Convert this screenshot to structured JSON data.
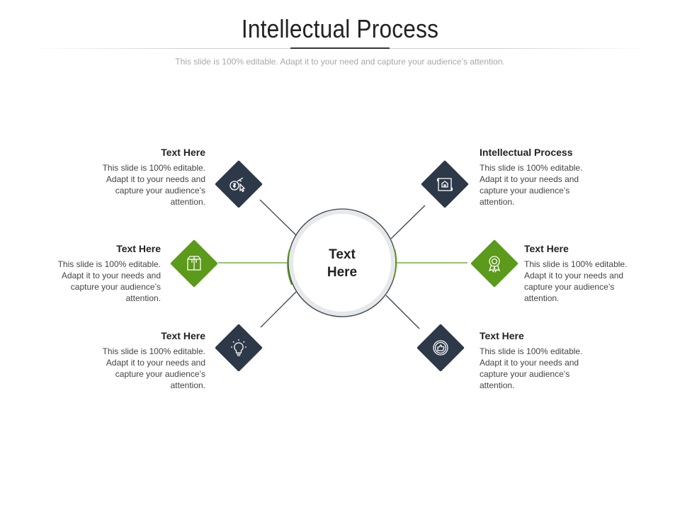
{
  "header": {
    "title": "Intellectual Process",
    "subtitle": "This slide is 100% editable. Adapt it to your need and capture your audience’s attention."
  },
  "center": {
    "label": "Text Here"
  },
  "items": [
    {
      "heading": "Text Here",
      "body": "This slide is 100% editable. Adapt it to your needs and capture your audience’s attention.",
      "icon": "money-cursor-icon"
    },
    {
      "heading": "Text Here",
      "body": "This slide is 100% editable. Adapt it to your needs and capture your audience’s attention.",
      "icon": "box-icon"
    },
    {
      "heading": "Text Here",
      "body": "This slide is 100% editable. Adapt it to your needs and capture your audience’s attention.",
      "icon": "lightbulb-icon"
    },
    {
      "heading": "Intellectual Process",
      "body": "This slide is 100% editable. Adapt it to your needs and capture your audience’s attention.",
      "icon": "blueprint-house-icon"
    },
    {
      "heading": "Text Here",
      "body": "This slide is 100% editable. Adapt it to your needs and capture your audience’s attention.",
      "icon": "award-ribbon-icon"
    },
    {
      "heading": "Text Here",
      "body": "This slide is 100% editable. Adapt it to your needs and capture your audience’s attention.",
      "icon": "thumbs-up-badge-icon"
    }
  ],
  "colors": {
    "dark": "#2d3949",
    "green": "#5b9a1b",
    "line": "#3a4350"
  }
}
